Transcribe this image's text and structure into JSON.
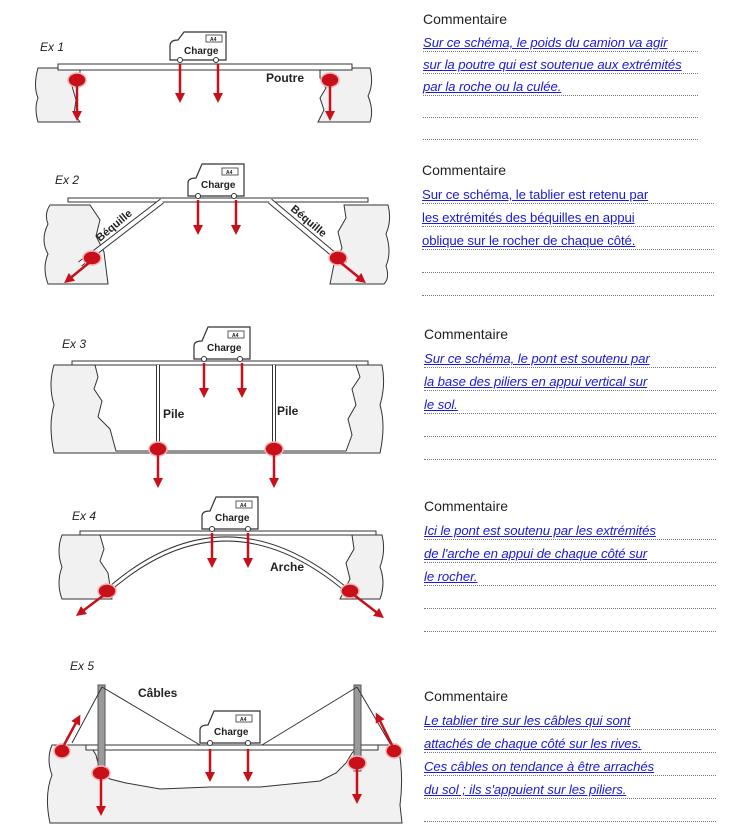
{
  "diagrams": [
    {
      "label": "Ex 1",
      "truck": "Charge",
      "plate": "A4",
      "part_label": "Poutre"
    },
    {
      "label": "Ex 2",
      "truck": "Charge",
      "plate": "A4",
      "part_label": "Béquille"
    },
    {
      "label": "Ex 3",
      "truck": "Charge",
      "plate": "A4",
      "part_label": "Pile"
    },
    {
      "label": "Ex 4",
      "truck": "Charge",
      "plate": "A4",
      "part_label": "Arche"
    },
    {
      "label": "Ex 5",
      "truck": "Charge",
      "plate": "A4",
      "part_label": "Câbles"
    }
  ],
  "comments": [
    {
      "heading": "Commentaire",
      "lines": [
        "Sur ce schéma, le poids du camion va agir",
        "sur la poutre qui est soutenue aux extrémités",
        "par la roche ou la culée.",
        "",
        ""
      ]
    },
    {
      "heading": "Commentaire",
      "lines": [
        "Sur ce schéma, le tablier est retenu par",
        "les extrémités des béquilles en appui",
        "oblique sur le rocher de chaque côté.",
        "",
        ""
      ]
    },
    {
      "heading": "Commentaire",
      "lines": [
        "Sur ce schéma, le pont est soutenu par",
        "la base des piliers en appui vertical sur",
        "le sol.",
        "",
        ""
      ]
    },
    {
      "heading": "Commentaire",
      "lines": [
        "Ici le pont est soutenu par les extrémités",
        "de l'arche en appui de chaque côté sur",
        "le rocher.",
        "",
        ""
      ]
    },
    {
      "heading": "Commentaire",
      "lines": [
        "Le tablier tire sur les câbles qui sont",
        "attachés de chaque côté sur les rives.",
        "Ces câbles on tendance à être arrachés",
        "du sol ; ils s'appuient sur les piliers.",
        ""
      ]
    }
  ],
  "colors": {
    "force_arrow": "#c8101a",
    "rock_fill": "#f1f1f1",
    "outline": "#333333",
    "comment_text": "#1a1ad6"
  }
}
